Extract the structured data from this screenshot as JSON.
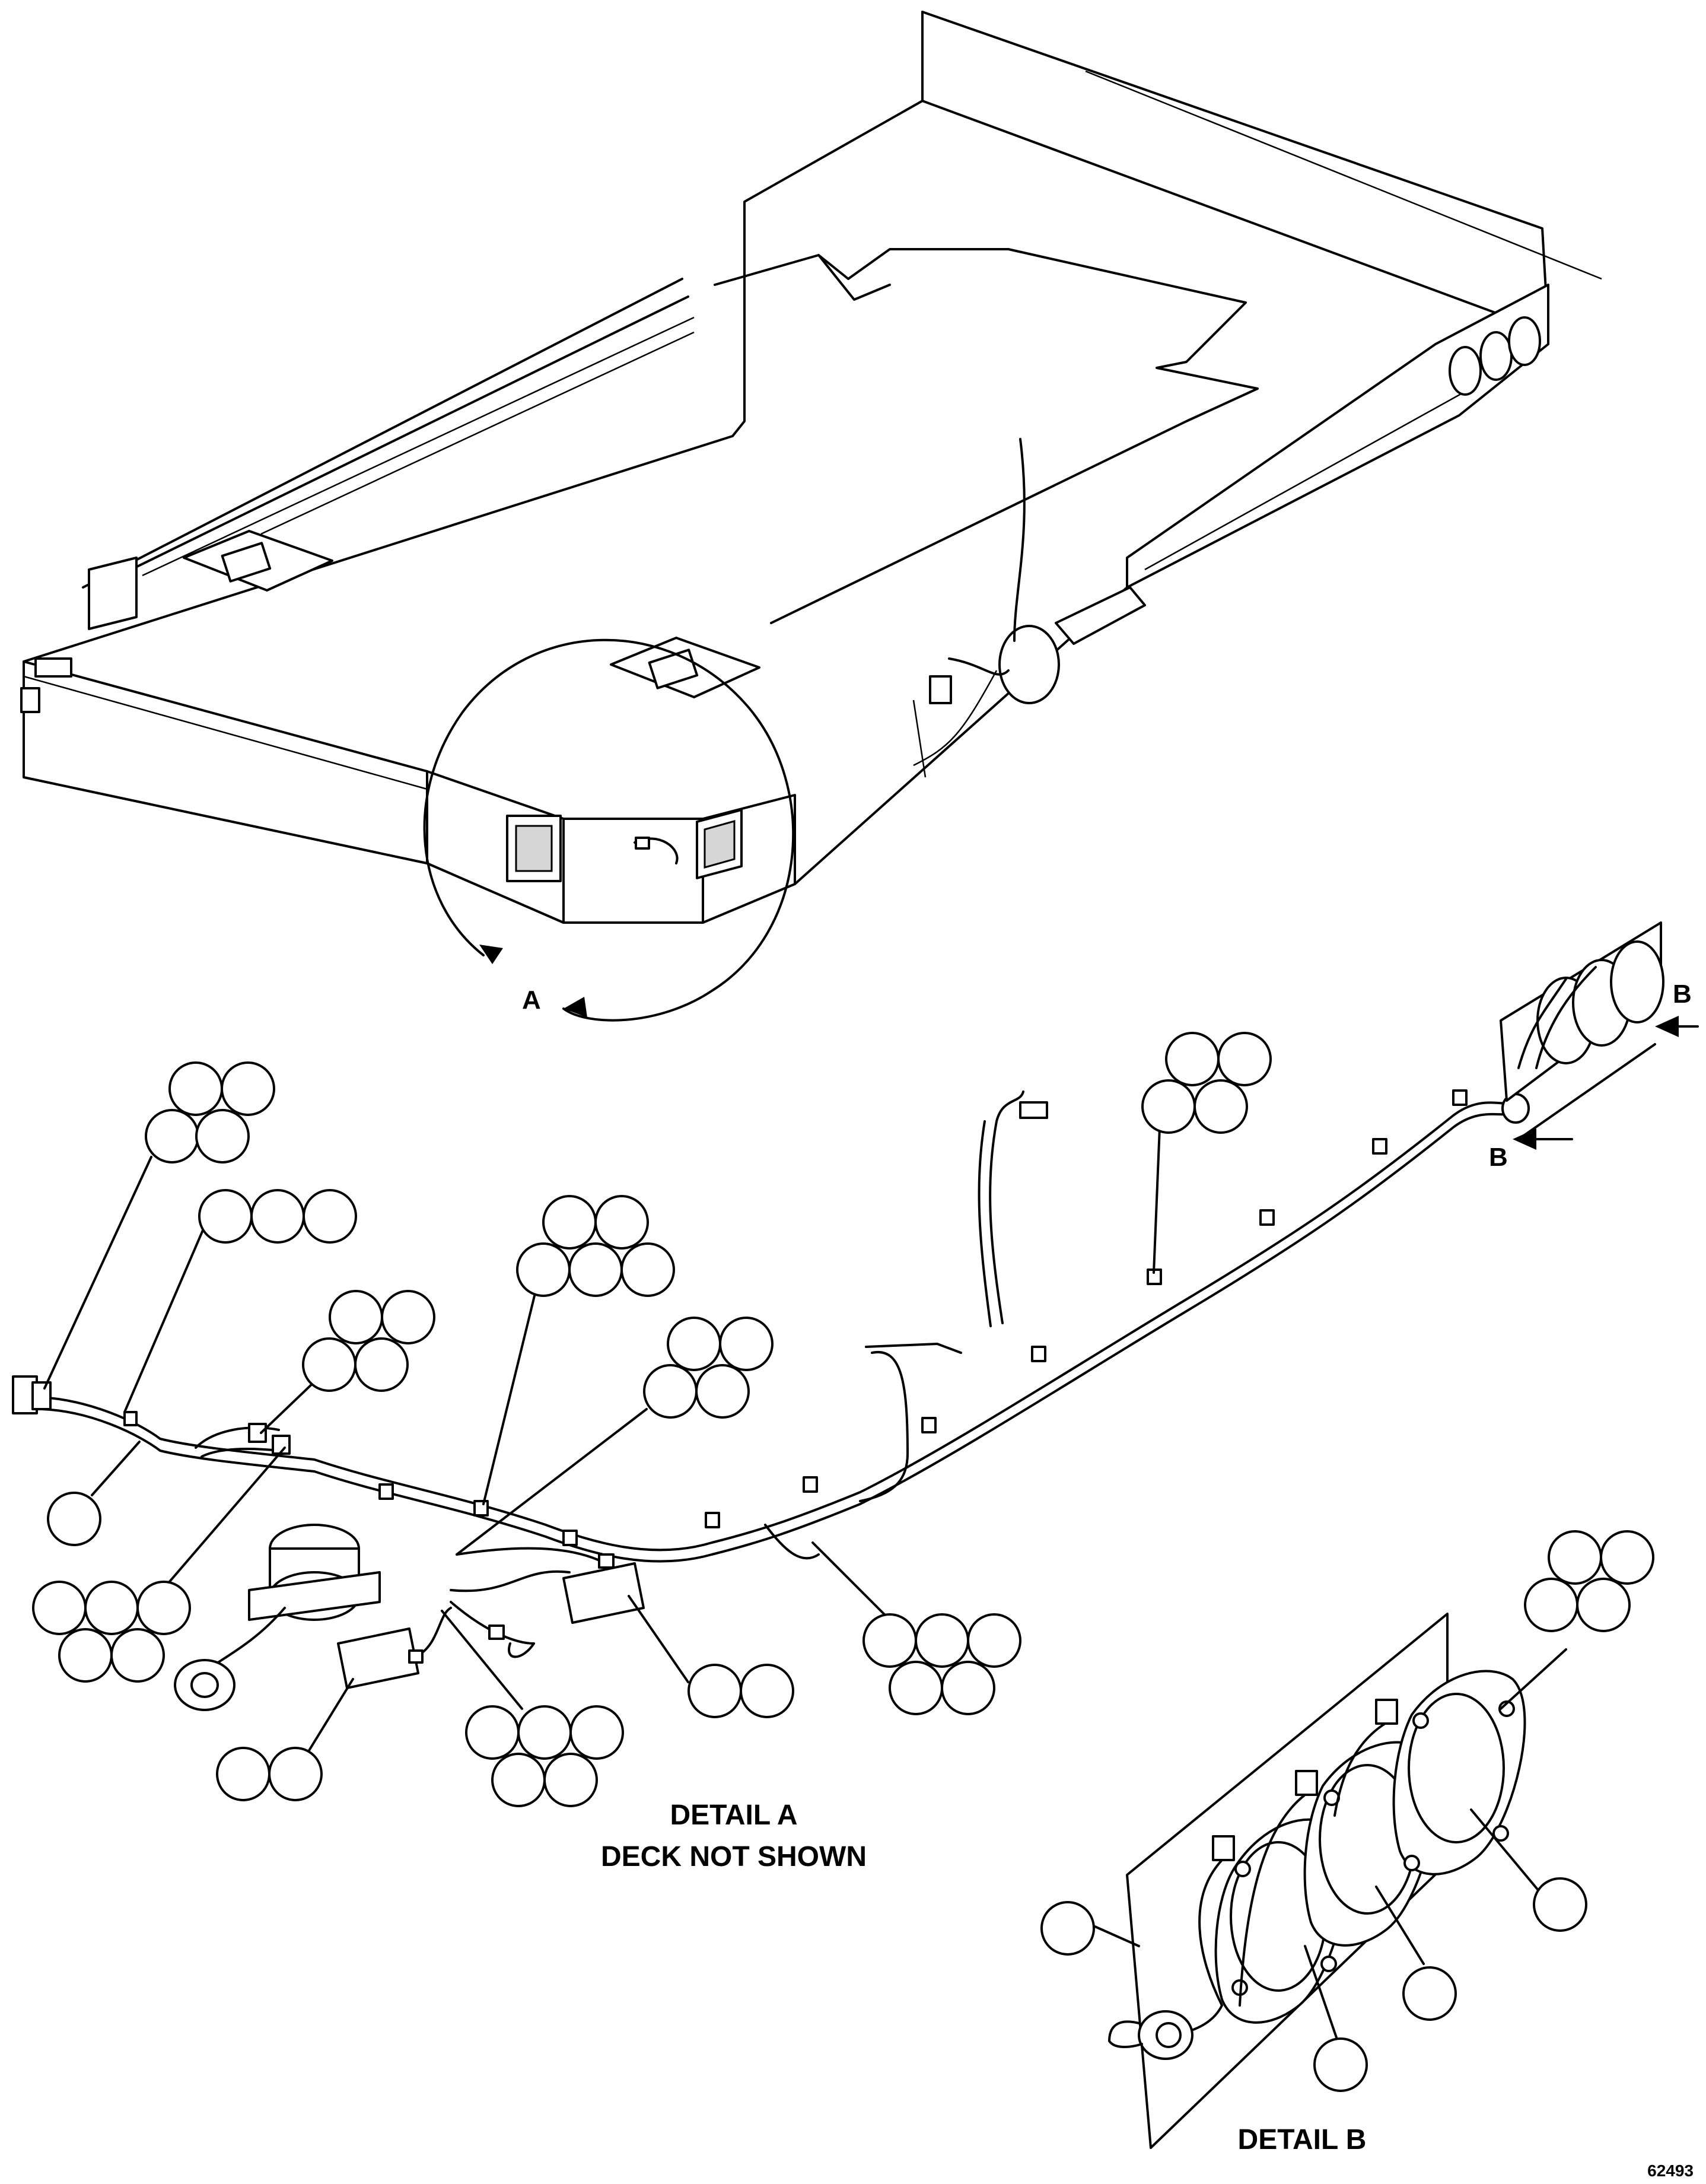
{
  "labels": {
    "view_a_arrow": "A",
    "view_b_arrow_upper": "B",
    "view_b_arrow_lower": "B",
    "detail_a_line1": "DETAIL A",
    "detail_a_line2": "DECK NOT SHOWN",
    "detail_b": "DETAIL B",
    "figure_number": "62493"
  },
  "callout_clusters": [
    {
      "name": "callout-cluster-connector",
      "count": 4
    },
    {
      "name": "callout-cluster-clip-left",
      "count": 3
    },
    {
      "name": "callout-cluster-single-left",
      "count": 1
    },
    {
      "name": "callout-cluster-branch-upper",
      "count": 4
    },
    {
      "name": "callout-cluster-branch-lower",
      "count": 5
    },
    {
      "name": "callout-cluster-mid-harness",
      "count": 5
    },
    {
      "name": "callout-cluster-center",
      "count": 4
    },
    {
      "name": "callout-cluster-rear-harness",
      "count": 4
    },
    {
      "name": "callout-cluster-lower-right",
      "count": 5
    },
    {
      "name": "callout-cluster-module-right",
      "count": 2
    },
    {
      "name": "callout-cluster-switch-lower",
      "count": 5
    },
    {
      "name": "callout-cluster-module-left",
      "count": 2
    },
    {
      "name": "callout-cluster-detail-b-top",
      "count": 4
    },
    {
      "name": "callout-detail-b-plate",
      "count": 1
    },
    {
      "name": "callout-detail-b-light-right",
      "count": 1
    },
    {
      "name": "callout-detail-b-light-center",
      "count": 1
    },
    {
      "name": "callout-detail-b-light-left",
      "count": 1
    }
  ]
}
